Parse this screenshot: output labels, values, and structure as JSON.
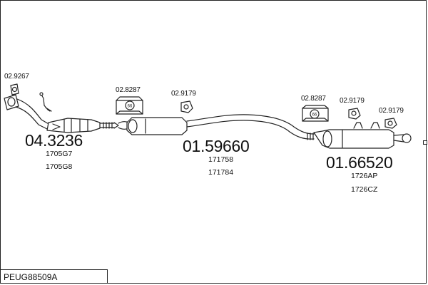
{
  "diagram": {
    "reference": "PEUG88509A",
    "accessories": [
      {
        "id": "acc-1",
        "code": "02.9267"
      },
      {
        "id": "acc-2",
        "code": "02.8287"
      },
      {
        "id": "acc-3",
        "code": "02.9179"
      },
      {
        "id": "acc-4",
        "code": "02.8287"
      },
      {
        "id": "acc-5",
        "code": "02.9179"
      },
      {
        "id": "acc-6",
        "code": "02.9179"
      }
    ],
    "parts": [
      {
        "code": "04.3236",
        "oem": [
          "1705G7",
          "1705G8"
        ]
      },
      {
        "code": "01.59660",
        "oem": [
          "171758",
          "171784"
        ]
      },
      {
        "code": "01.66520",
        "oem": [
          "1726AP",
          "1726CZ"
        ]
      }
    ],
    "clamp_marks": [
      "66",
      "66"
    ]
  }
}
